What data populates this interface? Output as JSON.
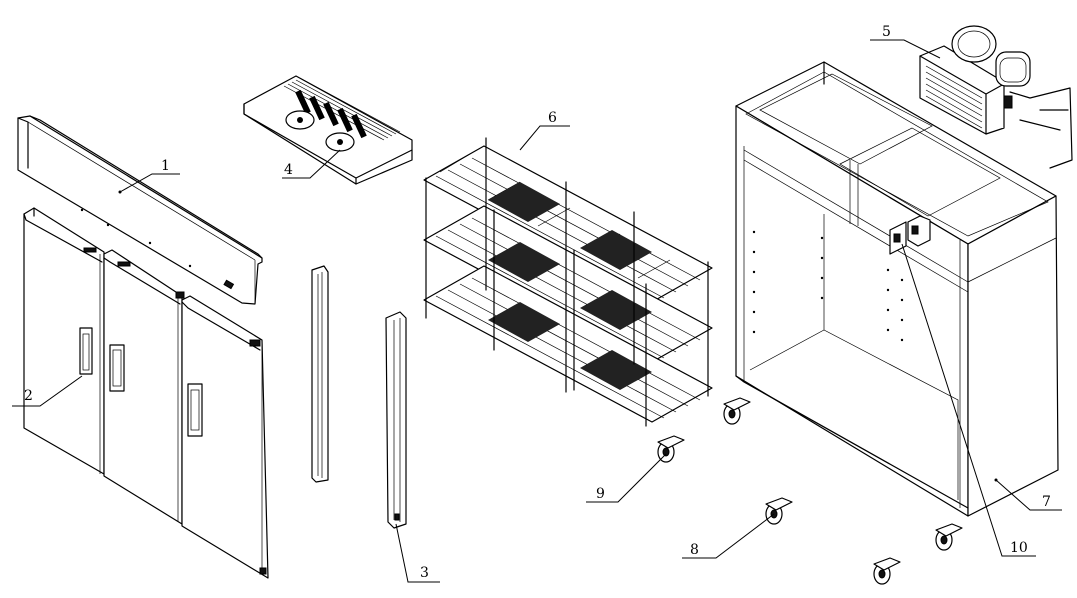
{
  "diagram": {
    "parts": [
      {
        "id": "top-panel",
        "number": "1"
      },
      {
        "id": "door-handle",
        "number": "2"
      },
      {
        "id": "door-post",
        "number": "3"
      },
      {
        "id": "evaporator-unit",
        "number": "4"
      },
      {
        "id": "condensing-unit",
        "number": "5"
      },
      {
        "id": "wire-shelving",
        "number": "6"
      },
      {
        "id": "cabinet-frame",
        "number": "7"
      },
      {
        "id": "castor-rear",
        "number": "8"
      },
      {
        "id": "castor-front",
        "number": "9"
      },
      {
        "id": "control-box",
        "number": "10"
      }
    ]
  },
  "colors": {
    "line": "#000000",
    "background": "#ffffff"
  }
}
